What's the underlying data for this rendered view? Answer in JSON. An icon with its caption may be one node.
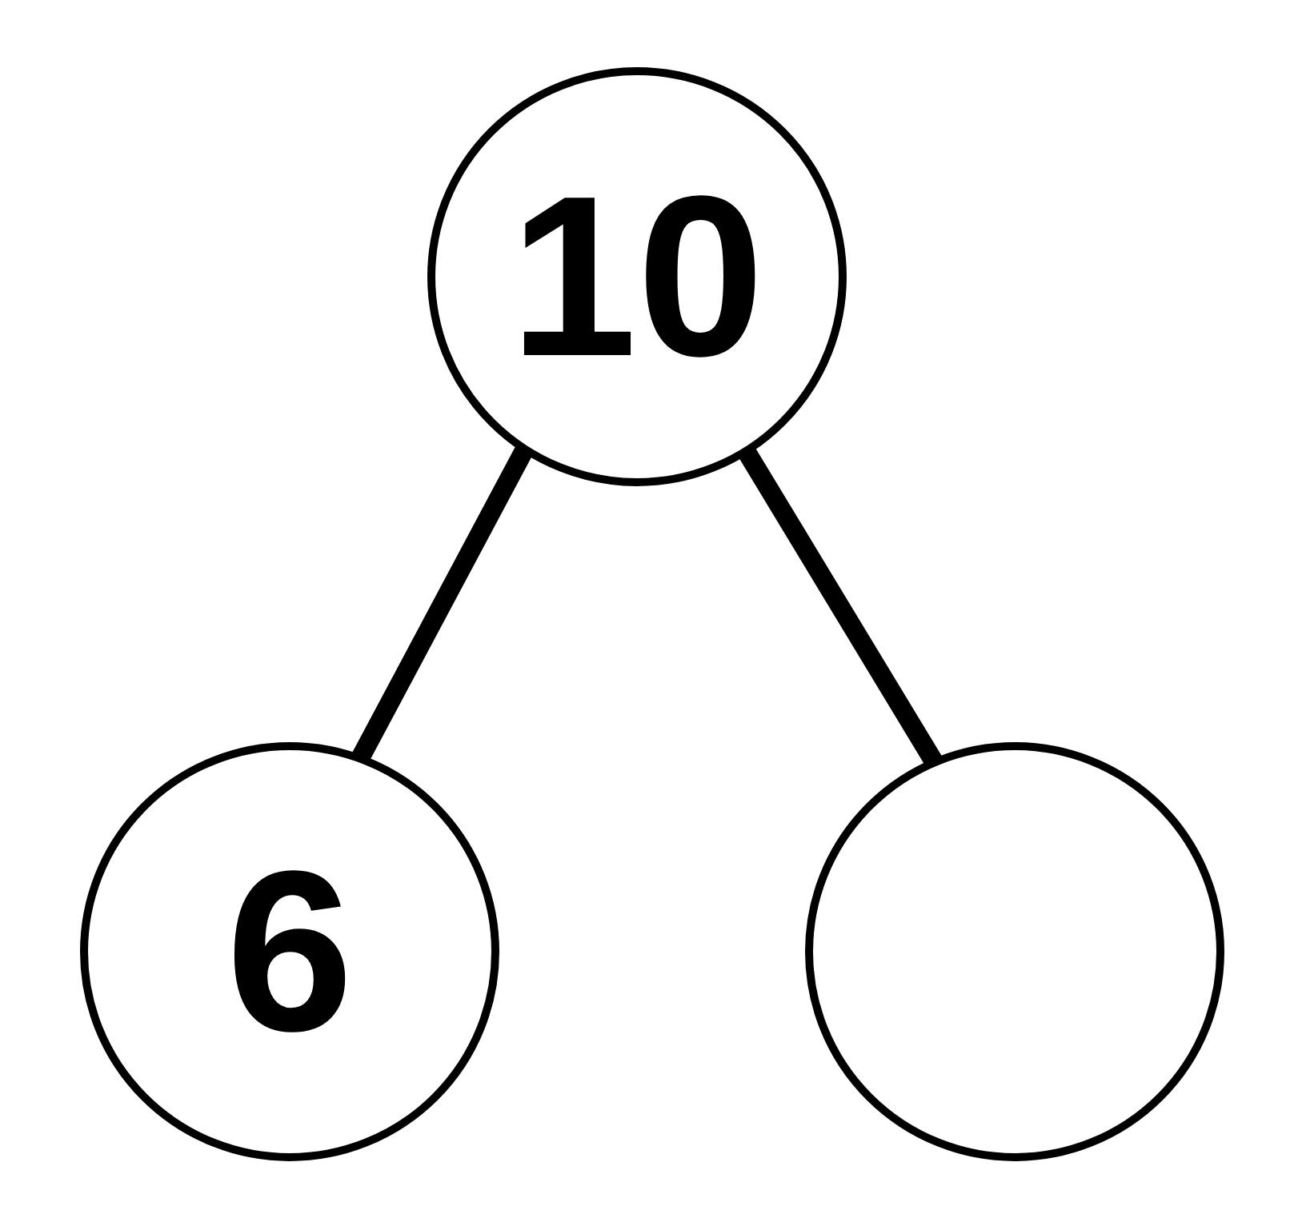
{
  "diagram": {
    "nodes": [
      {
        "text": [
          "10"
        ]
      },
      {
        "text": [
          "6"
        ]
      },
      {
        "text": [],
        "shape": "circle"
      }
    ],
    "edges": [
      {
        "from": 0,
        "to": 1,
        "arrow": "none"
      },
      {
        "from": 0,
        "to": 2,
        "arrow": "none"
      }
    ]
  }
}
